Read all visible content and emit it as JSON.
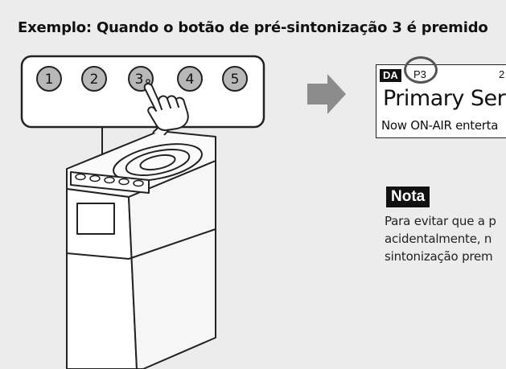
{
  "title": "Exemplo: Quando o botão de pré-sintonização 3 é premido",
  "preset_buttons": [
    "1",
    "2",
    "3",
    "4",
    "5"
  ],
  "display": {
    "band": "DA",
    "preset": "P3",
    "time": "2",
    "service": "Primary Servic",
    "rds": "Now ON-AIR enterta"
  },
  "note": {
    "heading": "Nota",
    "lines": [
      "Para evitar que a p",
      "acidentalmente, n",
      "sintonização prem"
    ]
  },
  "colors": {
    "background": "#ececec",
    "button_fill": "#b8b8b8",
    "arrow": "#8c8c8c",
    "outline": "#222222"
  },
  "icons": [
    "hand-pointer-icon",
    "arrow-right-icon"
  ]
}
